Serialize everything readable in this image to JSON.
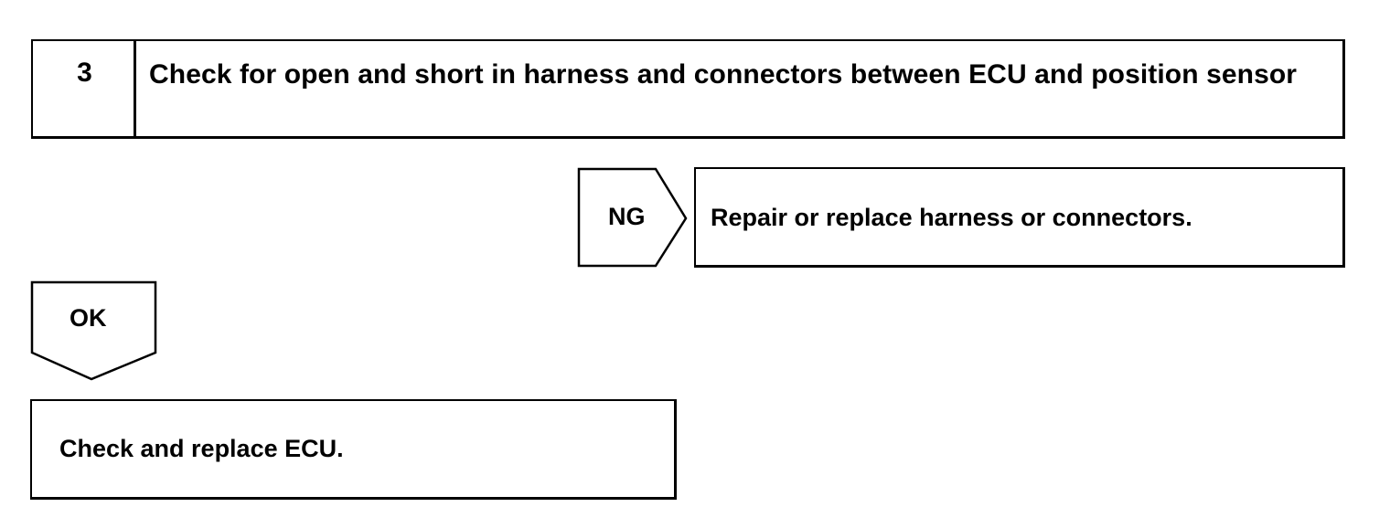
{
  "step": {
    "number": "3",
    "title": "Check for open and short in harness and connectors between ECU and position sensor"
  },
  "ng_branch": {
    "label": "NG",
    "action": "Repair or replace harness or connectors."
  },
  "ok_branch": {
    "label": "OK",
    "action": "Check and replace ECU."
  }
}
